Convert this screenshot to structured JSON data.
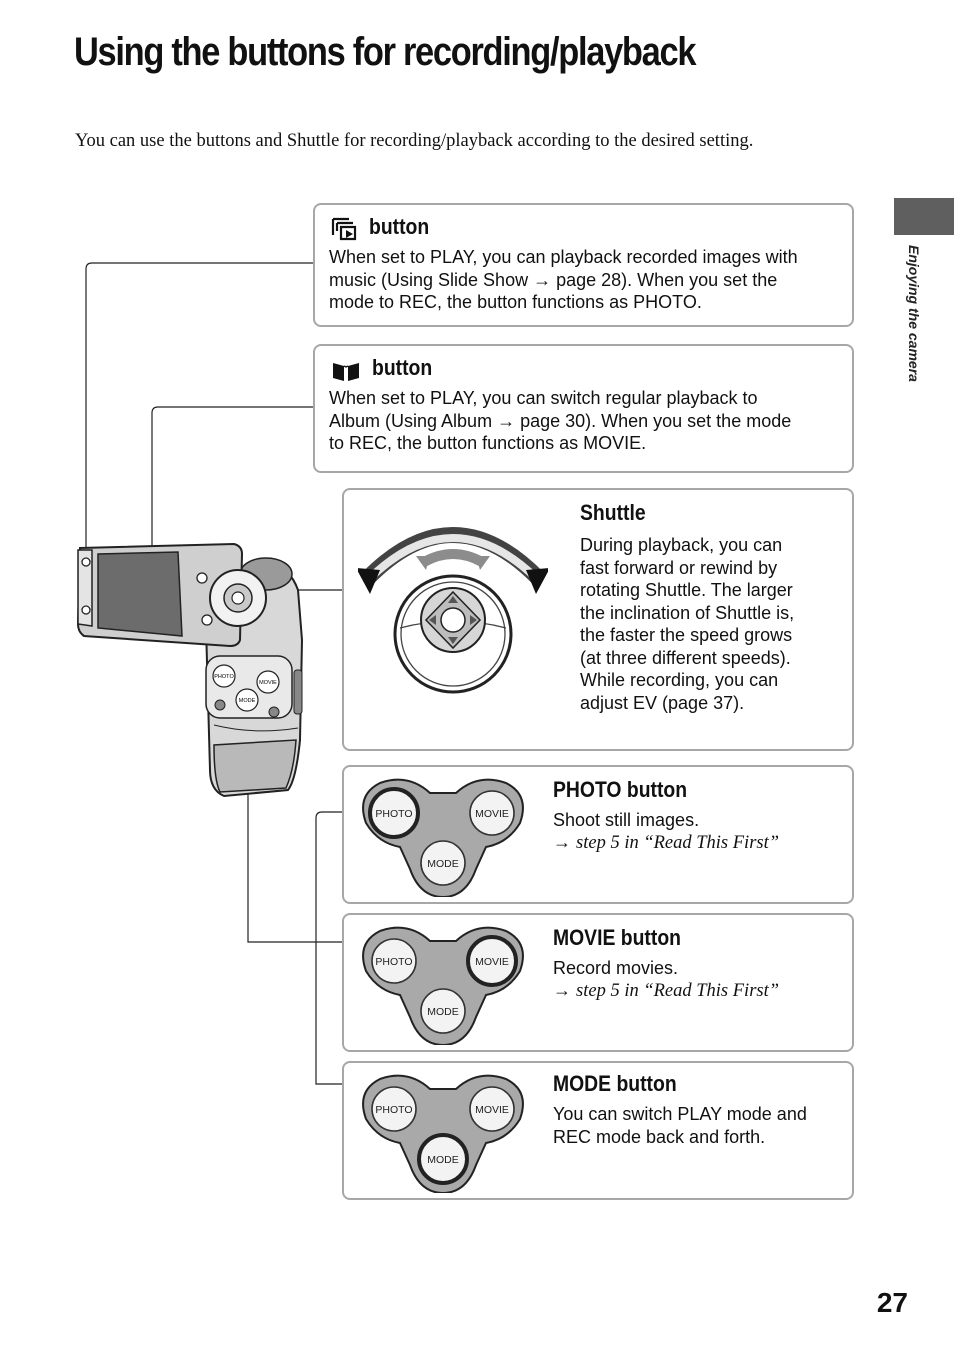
{
  "page": {
    "title": "Using the buttons for recording/playback",
    "intro": "You can use the buttons and Shuttle for recording/playback according to the desired setting.",
    "section_tab": "Enjoying the camera",
    "page_number": "27"
  },
  "sections": {
    "slideshow": {
      "title": "button",
      "icon": "slideshow-icon",
      "lines": [
        "When set to PLAY, you can playback recorded images with",
        "music (Using Slide Show → page 28). When you set the",
        "mode to REC, the button functions as PHOTO."
      ]
    },
    "album": {
      "title": "button",
      "icon": "album-icon",
      "lines": [
        "When set to PLAY, you can switch regular playback to",
        "Album (Using Album → page 30). When you set the mode",
        "to REC, the button functions as MOVIE."
      ]
    },
    "shuttle": {
      "title": "Shuttle",
      "lines": [
        "During playback, you can",
        "fast forward or rewind by",
        "rotating Shuttle. The larger",
        "the inclination of Shuttle is,",
        "the faster the speed grows",
        "(at three different speeds).",
        "While recording, you can",
        "adjust EV (page 37)."
      ]
    },
    "photo": {
      "title": "PHOTO button",
      "text": "Shoot still images.",
      "ref_arrow": "→",
      "ref": "step 5 in “Read This First”",
      "highlighted": "PHOTO"
    },
    "movie": {
      "title": "MOVIE button",
      "text": "Record movies.",
      "ref_arrow": "→",
      "ref": "step 5 in “Read This First”",
      "highlighted": "MOVIE"
    },
    "mode": {
      "title": "MODE button",
      "lines": [
        "You can switch PLAY mode and",
        "REC mode back and forth."
      ],
      "highlighted": "MODE"
    }
  },
  "button_labels": {
    "photo": "PHOTO",
    "movie": "MOVIE",
    "mode": "MODE"
  }
}
